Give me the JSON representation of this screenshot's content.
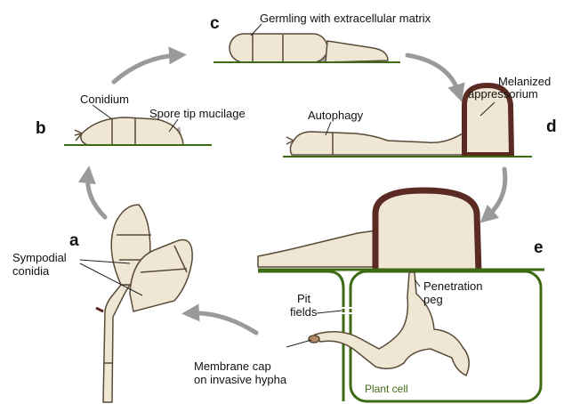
{
  "panels": {
    "a": "a",
    "b": "b",
    "c": "c",
    "d": "d",
    "e": "e"
  },
  "labels": {
    "germling": "Germling with extracellular matrix",
    "conidium": "Conidium",
    "spore_tip": "Spore tip mucilage",
    "melanized_1": "Melanized",
    "melanized_2": "appressorium",
    "autophagy": "Autophagy",
    "sympodial_1": "Sympodial",
    "sympodial_2": "conidia",
    "penetration_1": "Penetration",
    "penetration_2": "peg",
    "pit_1": "Pit",
    "pit_2": "fields",
    "membrane_1": "Membrane cap",
    "membrane_2": "on invasive hypha",
    "plant_cell": "Plant cell"
  },
  "colors": {
    "cell_fill": "#efe6d4",
    "outline": "#5a4a38",
    "melanin": "#5b2a22",
    "plant_green": "#3d6b14",
    "mucilage": "#a8a8a8",
    "arrow": "#9a9a9a"
  }
}
